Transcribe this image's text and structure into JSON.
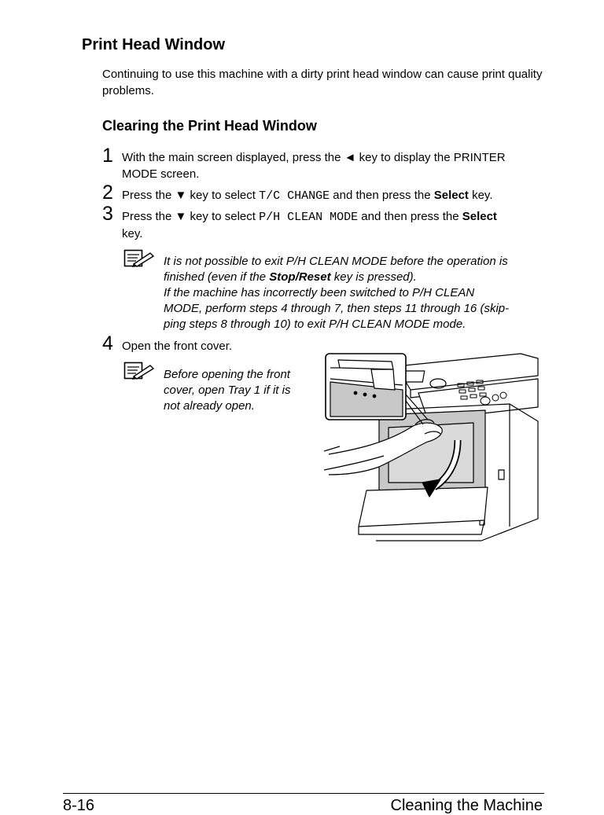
{
  "section": {
    "title": "Print Head Window",
    "intro": "Continuing to use this machine with a dirty print head window can cause print quality problems.",
    "subtitle": "Clearing the Print Head Window"
  },
  "steps": [
    {
      "number": "1",
      "line1_a": "With the main screen displayed, press the ",
      "key_glyph": "◄",
      "line1_b": " key to display the PRINTER",
      "line2": "MODE screen."
    },
    {
      "number": "2",
      "text_a": "Press the ",
      "key_glyph": "▼",
      "text_b": " key to select ",
      "mono": "T/C CHANGE",
      "text_c": " and then press the ",
      "bold": "Select",
      "text_d": " key."
    },
    {
      "number": "3",
      "text_a": "Press the ",
      "key_glyph": "▼",
      "text_b": " key to select ",
      "mono": "P/H CLEAN MODE",
      "text_c": " and then press the ",
      "bold": "Select",
      "line2": "key."
    },
    {
      "number": "4",
      "text": "Open the front cover."
    }
  ],
  "note1": {
    "line1": "It is not possible to exit P/H CLEAN MODE before the operation is",
    "line2_a": "finished (even if the ",
    "line2_bold": "Stop/Reset",
    "line2_b": " key is pressed).",
    "line3": "If the machine has incorrectly been switched to P/H CLEAN",
    "line4": "MODE, perform steps 4 through 7, then steps 11 through 16 (skip-",
    "line5": "ping steps 8 through 10) to exit P/H CLEAN MODE mode."
  },
  "note2": {
    "line1": "Before opening the front",
    "line2": "cover, open Tray 1 if it is",
    "line3": "not already open."
  },
  "footer": {
    "page_number": "8-16",
    "chapter": "Cleaning the Machine"
  },
  "icons": {
    "note": "note-pencil-icon"
  }
}
